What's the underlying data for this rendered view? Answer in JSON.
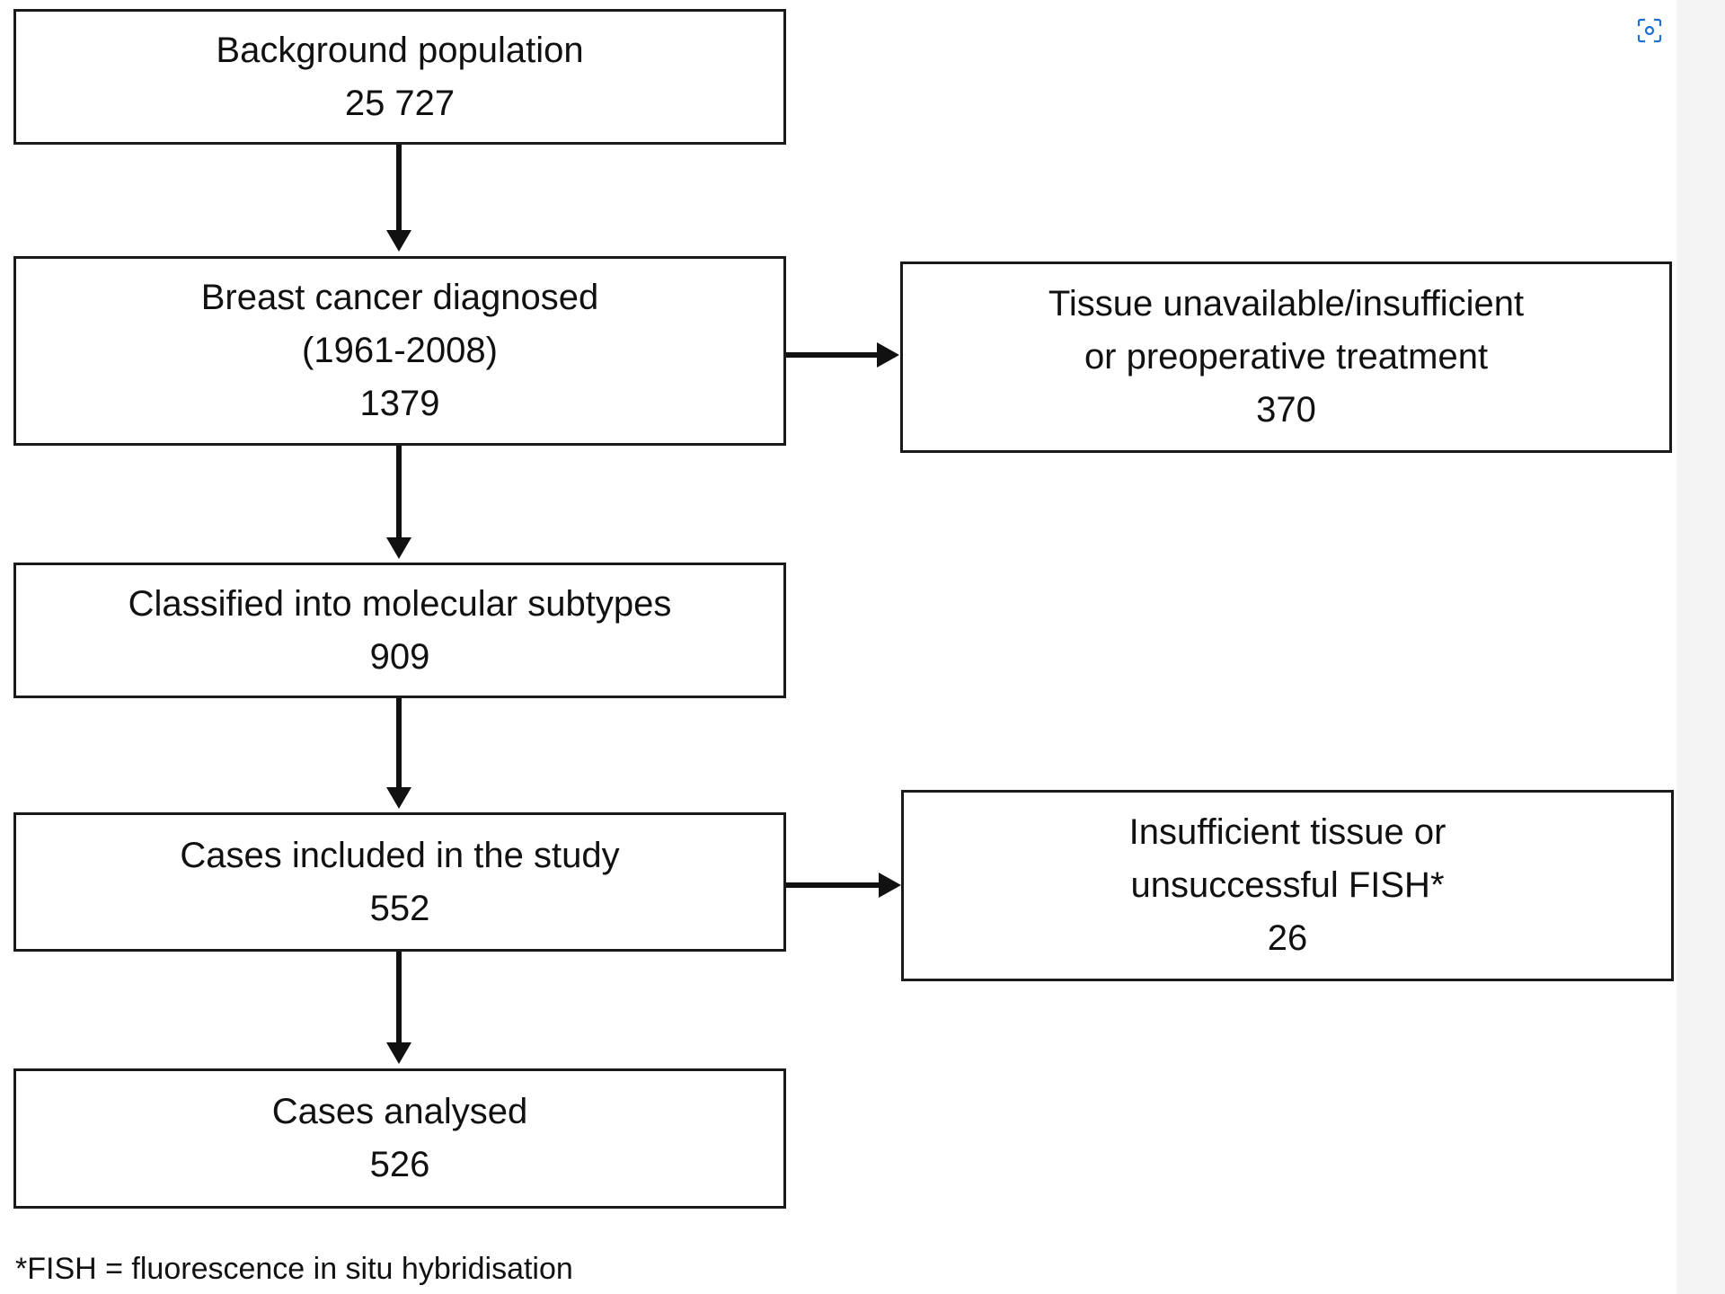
{
  "diagram": {
    "boxes": [
      {
        "id": "background",
        "lines": [
          "Background population",
          "25 727"
        ]
      },
      {
        "id": "diagnosed",
        "lines": [
          "Breast cancer diagnosed",
          "(1961-2008)",
          "1379"
        ]
      },
      {
        "id": "tissue_unavailable",
        "lines": [
          "Tissue unavailable/insufficient",
          "or preoperative treatment",
          "370"
        ]
      },
      {
        "id": "classified",
        "lines": [
          "Classified into molecular subtypes",
          "909"
        ]
      },
      {
        "id": "included",
        "lines": [
          "Cases included in the study",
          "552"
        ]
      },
      {
        "id": "insufficient_fish",
        "lines": [
          "Insufficient tissue or",
          "unsuccessful FISH*",
          "26"
        ]
      },
      {
        "id": "analysed",
        "lines": [
          "Cases analysed",
          "526"
        ]
      }
    ],
    "footnote": "*FISH = fluorescence in situ hybridisation"
  },
  "icons": {
    "expand": "expand-icon"
  },
  "colors": {
    "box_border": "#1a1a1a",
    "arrow": "#111111",
    "accent_icon": "#1f6fd1"
  }
}
